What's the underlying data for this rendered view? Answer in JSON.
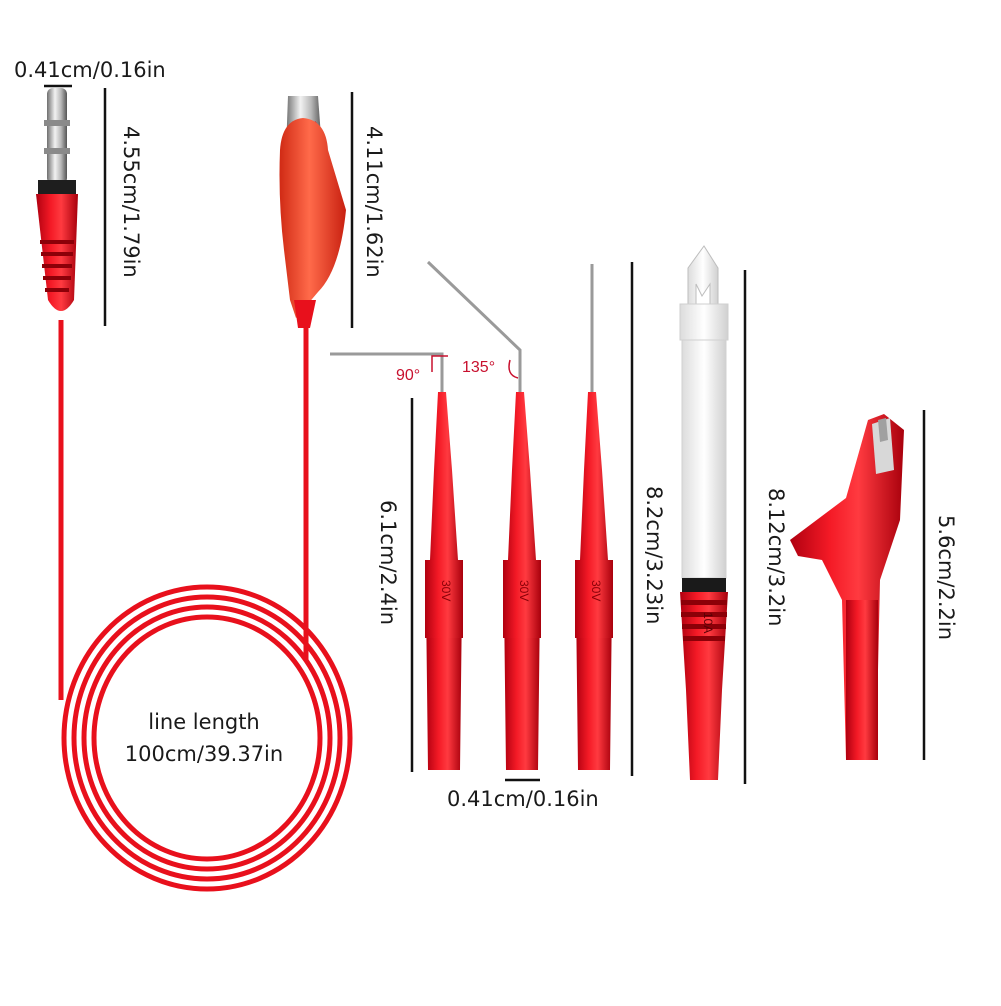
{
  "colors": {
    "lead_red": "#e8101c",
    "lead_dark": "#b3000a",
    "angle_red": "#c8102e",
    "dimension_line": "#111111",
    "clip_orange": "#f0482e"
  },
  "dimensions": {
    "banana_plug_width": "0.41cm/0.16in",
    "banana_plug_length": "4.55cm/1.79in",
    "small_clip_length": "4.11cm/1.62in",
    "probe_length": "6.1cm/2.4in",
    "probe_width": "0.41cm/0.16in",
    "piercing_probe_length": "8.2cm/3.23in",
    "piercing_probe_body_length": "8.12cm/3.2in",
    "large_clip_length": "5.6cm/2.2in"
  },
  "line_length": {
    "title": "line length",
    "value": "100cm/39.37in"
  },
  "angles": {
    "first": "90°",
    "second": "135°"
  },
  "probe_markings": {
    "voltage": "30V",
    "current": "10A"
  },
  "icons": [
    "banana-plug-icon",
    "alligator-clip-icon",
    "back-probe-pin-icon",
    "piercing-probe-icon",
    "large-alligator-clip-icon"
  ]
}
